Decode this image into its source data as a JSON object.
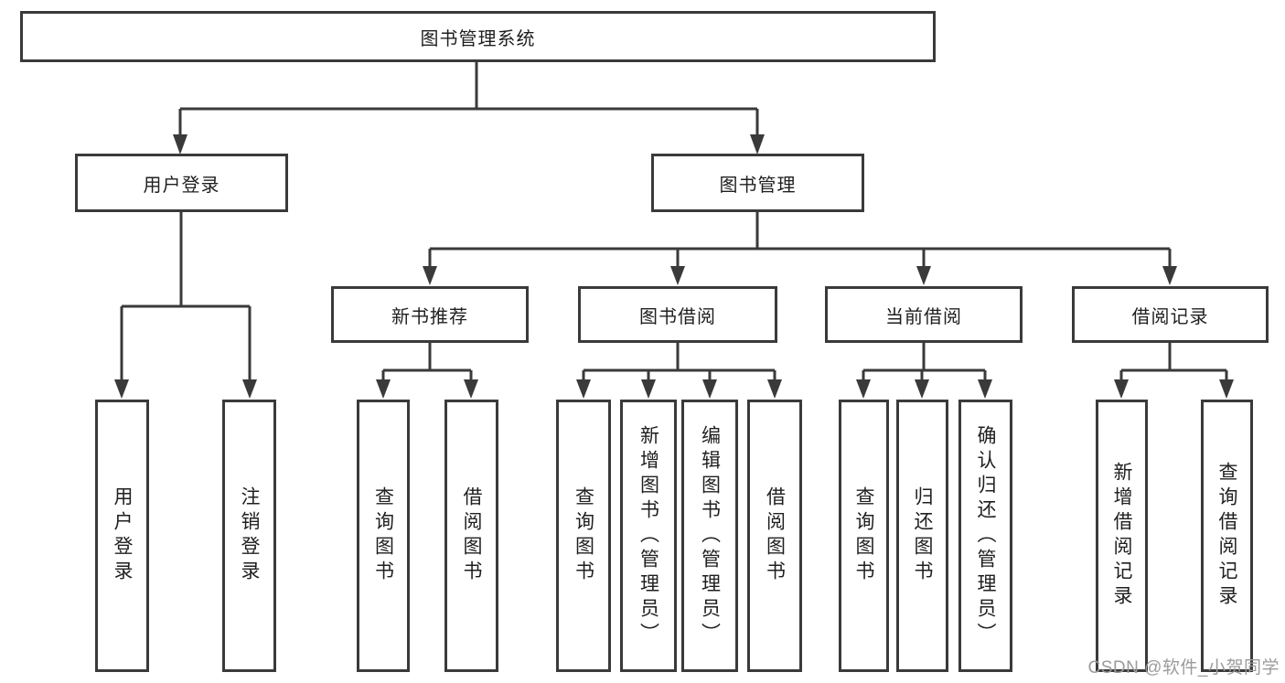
{
  "tree": {
    "root": {
      "label": "图书管理系统",
      "children": [
        {
          "label": "用户登录",
          "children": [
            {
              "label": "用户登录"
            },
            {
              "label": "注销登录"
            }
          ]
        },
        {
          "label": "图书管理",
          "children": [
            {
              "label": "新书推荐",
              "children": [
                {
                  "label": "查询图书"
                },
                {
                  "label": "借阅图书"
                }
              ]
            },
            {
              "label": "图书借阅",
              "children": [
                {
                  "label": "查询图书"
                },
                {
                  "label": "新增图书（管理员）"
                },
                {
                  "label": "编辑图书（管理员）"
                },
                {
                  "label": "借阅图书"
                }
              ]
            },
            {
              "label": "当前借阅",
              "children": [
                {
                  "label": "查询图书"
                },
                {
                  "label": "归还图书"
                },
                {
                  "label": "确认归还（管理员）"
                }
              ]
            },
            {
              "label": "借阅记录",
              "children": [
                {
                  "label": "新增借阅记录"
                },
                {
                  "label": "查询借阅记录"
                }
              ]
            }
          ]
        }
      ]
    }
  },
  "watermark": {
    "text": "CSDN @软件_小贺同学"
  },
  "colors": {
    "line": "#3a3a3a",
    "text": "#1f1f1f",
    "box_fill": "#ffffff",
    "watermark": "#9b9b9b",
    "background": "#ffffff"
  }
}
